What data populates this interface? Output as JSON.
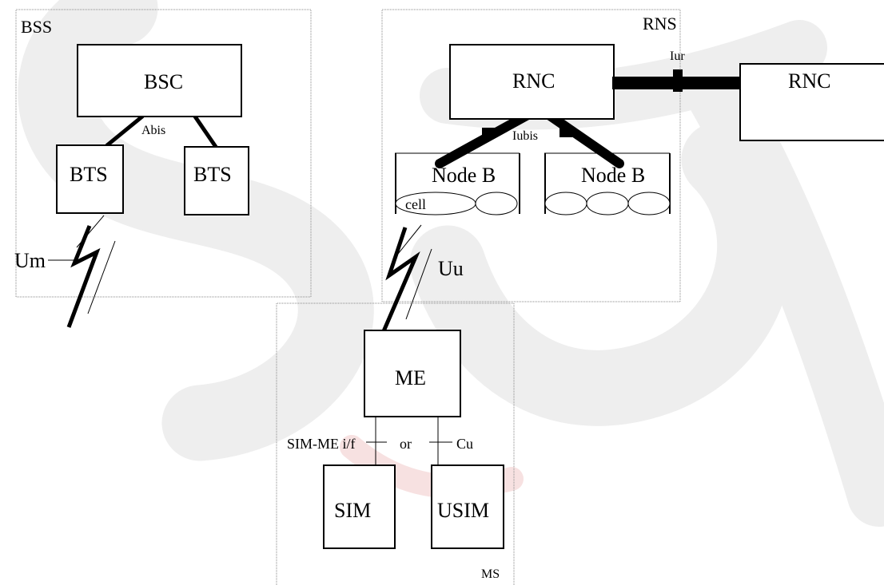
{
  "diagram": {
    "containers": {
      "bss": "BSS",
      "rns": "RNS",
      "ms": "MS"
    },
    "nodes": {
      "bsc": "BSC",
      "bts_left": "BTS",
      "bts_right": "BTS",
      "rnc_main": "RNC",
      "rnc_remote": "RNC",
      "nodeb_left": "Node B",
      "nodeb_right": "Node B",
      "cell": "cell",
      "me": "ME",
      "sim": "SIM",
      "usim": "USIM"
    },
    "interfaces": {
      "abis": "Abis",
      "iub": "Iubis",
      "iur": "Iur",
      "um": "Um",
      "uu": "Uu",
      "sim_me": "SIM-ME i/f",
      "or": "or",
      "cu": "Cu"
    },
    "colors": {
      "line": "#000000",
      "container_border": "#8a8a8a",
      "watermark_gray": "#eeeeee",
      "watermark_red": "#f7e1e1"
    }
  }
}
